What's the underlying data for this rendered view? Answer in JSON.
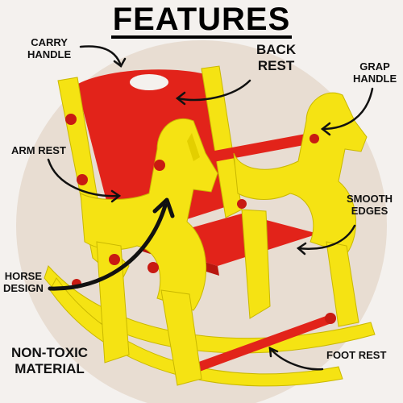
{
  "title": "FEATURES",
  "labels": {
    "carry_handle": "CARRY\nHANDLE",
    "back_rest": "BACK\nREST",
    "grap_handle": "GRAP\nHANDLE",
    "arm_rest": "ARM REST",
    "smooth_edges": "SMOOTH\nEDGES",
    "horse_design": "HORSE\nDESIGN",
    "non_toxic": "NON-TOXIC\nMATERIAL",
    "foot_rest": "FOOT REST"
  },
  "colors": {
    "plastic_yellow": "#f5e313",
    "plastic_red": "#e2231a",
    "arrow": "#111111"
  }
}
